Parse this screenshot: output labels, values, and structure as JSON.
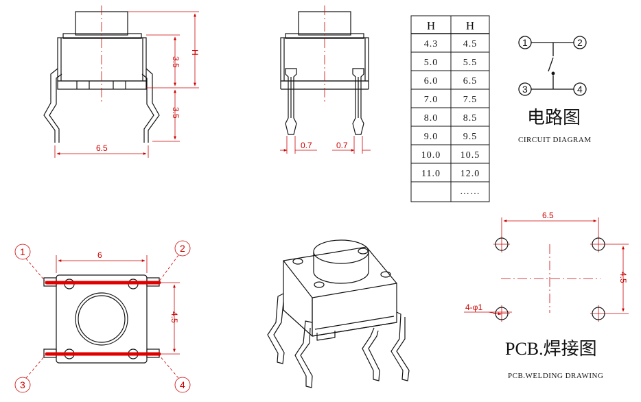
{
  "drawing": {
    "front_view": {
      "dim_width": "6.5",
      "dim_h": "H",
      "dim_body": "3.5",
      "dim_leg": "3.5"
    },
    "side_view": {
      "dim_pin_left": "0.7",
      "dim_pin_right": "0.7"
    },
    "height_table": {
      "header": [
        "H",
        "H"
      ],
      "rows": [
        [
          "4.3",
          "4.5"
        ],
        [
          "5.0",
          "5.5"
        ],
        [
          "6.0",
          "6.5"
        ],
        [
          "7.0",
          "7.5"
        ],
        [
          "8.0",
          "8.5"
        ],
        [
          "9.0",
          "9.5"
        ],
        [
          "10.0",
          "10.5"
        ],
        [
          "11.0",
          "12.0"
        ],
        [
          "",
          "……"
        ]
      ]
    },
    "circuit": {
      "pins": [
        "1",
        "2",
        "3",
        "4"
      ],
      "title_cn": "电路图",
      "caption": "CIRCUIT DIAGRAM"
    },
    "top_view": {
      "dim_width": "6",
      "dim_spacing": "4.5",
      "pins": [
        "1",
        "2",
        "3",
        "4"
      ],
      "accent_color": "#e00000"
    },
    "pcb_layout": {
      "dim_width": "6.5",
      "dim_spacing": "4.5",
      "hole_label": "4-φ1",
      "title": "PCB.焊接图",
      "caption": "PCB.WELDING DRAWING"
    },
    "colors": {
      "line": "#111111",
      "dimension": "#cc0000",
      "highlight": "#e00000"
    }
  }
}
